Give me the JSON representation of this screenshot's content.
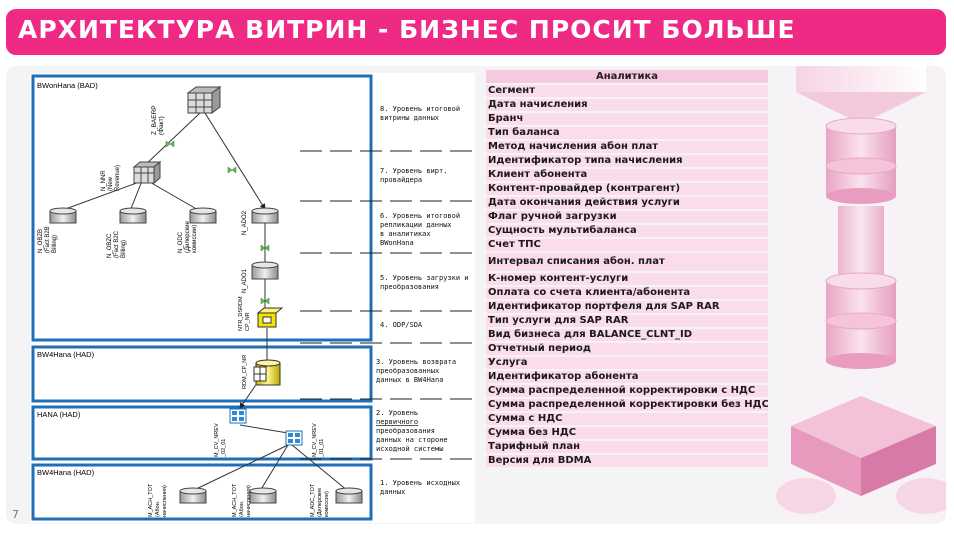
{
  "title": "АРХИТЕКТУРА ВИТРИН - БИЗНЕС ПРОСИТ БОЛЬШЕ",
  "page_number": "7",
  "diagram": {
    "zones": [
      {
        "label": "BWonHana (BAD)"
      },
      {
        "label": "BW4Hana (HAD)"
      },
      {
        "label": "HANA (HAD)"
      },
      {
        "label": "BW4Hana (HAD)"
      }
    ],
    "levels": [
      {
        "line1": "8. Уровень итоговой",
        "line2": "витрины данных",
        "line3": "",
        "line4": ""
      },
      {
        "line1": "7. Уровень вирт.",
        "line2": "провайдера",
        "line3": "",
        "line4": ""
      },
      {
        "line1": "6. Уровень итоговой",
        "line2": "репликации данных",
        "line3": "в аналитиках",
        "line4": "BWonHana"
      },
      {
        "line1": "5. Уровень загрузки и",
        "line2": "преобразования",
        "line3": "",
        "line4": ""
      },
      {
        "line1": "4. ODP/SDA",
        "line2": "",
        "line3": "",
        "line4": ""
      },
      {
        "line1": "3. Уровень возврата",
        "line2": "преобразованных",
        "line3": "данных в BW4Hana",
        "line4": ""
      },
      {
        "line1": "2. Уровень",
        "line2": "первичного",
        "line3": "преобразования",
        "line4": "данных на стороне",
        "line5": "исходной системы"
      },
      {
        "line1": "1. Уровень исходных",
        "line2": "данных",
        "line3": "",
        "line4": ""
      }
    ],
    "nodes": {
      "top_cube": {
        "name": "Z_BAERP",
        "sub": "(Факт)"
      },
      "mid_cube": {
        "name": "N_NNR",
        "sub": "(New",
        "sub2": "Revenue)"
      },
      "n_obzb": {
        "name": "N_OBZB",
        "sub": "(Fact B2B",
        "sub2": "Billing)"
      },
      "n_obzc": {
        "name": "N_OBZC",
        "sub": "(Fact B2C",
        "sub2": "Billing)"
      },
      "n_odc": {
        "name": "N_ODC",
        "sub": "(Дилерские",
        "sub2": "комиссии)"
      },
      "n_ado2": {
        "name": "N_ADO2"
      },
      "n_ado1": {
        "name": "N_ADO1"
      },
      "ntr": {
        "name": "NTR_DSRDM",
        "sub": "CP_NR"
      },
      "rdm": {
        "name": "RDM_CP_NR"
      },
      "m_cv_nrev_02": {
        "name": "M_CV_NREV",
        "sub": "_02_01"
      },
      "m_cv_nrev_01": {
        "name": "M_CV_NREV",
        "sub": "_01_01"
      },
      "m_ach": {
        "name": "M_ACH_TOT",
        "sub": "(Абон.",
        "sub2": "начисления)"
      },
      "m_ach2": {
        "name": "M_ACH_TOT",
        "sub": "(Абон.",
        "sub2": "начисления)"
      },
      "m_adc": {
        "name": "M_ADC_TOT",
        "sub": "(Дилерские",
        "sub2": "комиссии)"
      }
    }
  },
  "table": {
    "header": "Аналитика",
    "rows": [
      "Сегмент",
      "Дата начисления",
      "Бранч",
      "Тип баланса",
      "Метод начисления абон плат",
      "Идентификатор типа начисления",
      "Клиент абонента",
      "Контент-провайдер (контрагент)",
      "Дата окончания действия услуги",
      "Флаг ручной загрузки",
      "Сущность мультибаланса",
      "Счет ТПС",
      "Интервал списания абон. плат",
      "К-номер контент-услуги",
      "Оплата со счета клиента/абонента",
      "Идентификатор портфеля для SAP RAR",
      "Тип услуги для SAP RAR",
      "Вид бизнеса для BALANCE_CLNT_ID",
      "Отчетный период",
      "Услуга",
      "Идентификатор абонента",
      "Сумма распределенной корректировки с НДС",
      "Сумма распределенной корректировки без НДС",
      "Сумма с НДС",
      "Сумма без НДС",
      "Тарифный план",
      "Версия для BDMA"
    ]
  },
  "colors": {
    "accent": "#ee2a84",
    "zone_border": "#1f6fb6",
    "table_row": "#fbdceb",
    "table_head": "#f6c9de"
  }
}
